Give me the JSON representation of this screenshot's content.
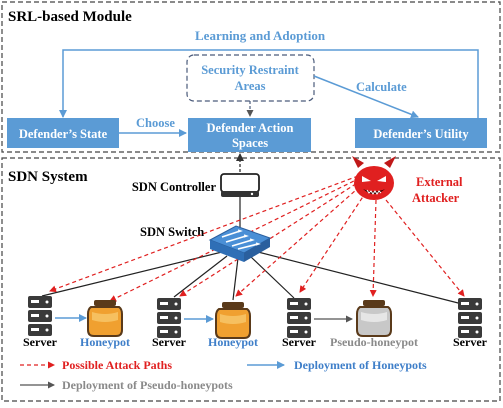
{
  "module_title": "SRL-based Module",
  "system_title": "SDN System",
  "learning_label": "Learning and Adoption",
  "security_box": [
    "Security Restraint",
    "Areas"
  ],
  "calculate_label": "Calculate",
  "choose_label": "Choose",
  "defender_state": "Defender’s State",
  "defender_action": [
    "Defender Action",
    "Spaces"
  ],
  "defender_utility": "Defender’s Utility",
  "controller_label": "SDN Controller",
  "switch_label": "SDN Switch",
  "attacker_label": [
    "External",
    "Attacker"
  ],
  "nodes": {
    "server": "Server",
    "honeypot": "Honeypot",
    "pseudo_honeypot": "Pseudo-honeypot"
  },
  "legend": {
    "attack_paths": "Possible Attack Paths",
    "deploy_honeypots": "Deployment  of Honeypots",
    "deploy_pseudo": "Deployment of Pseudo-honeypots"
  },
  "colors": {
    "box_blue": "#5b9bd5",
    "text_blue": "#5b9bd5",
    "attack_red": "#e02020",
    "honeypot_orange": "#f0a030",
    "pseudo_gray": "#a0a0a0",
    "dash_gray": "#555555"
  },
  "icons": [
    "server-icon",
    "honeypot-jar-icon",
    "pseudo-honeypot-jar-icon",
    "controller-icon",
    "switch-icon",
    "devil-attacker-icon"
  ]
}
